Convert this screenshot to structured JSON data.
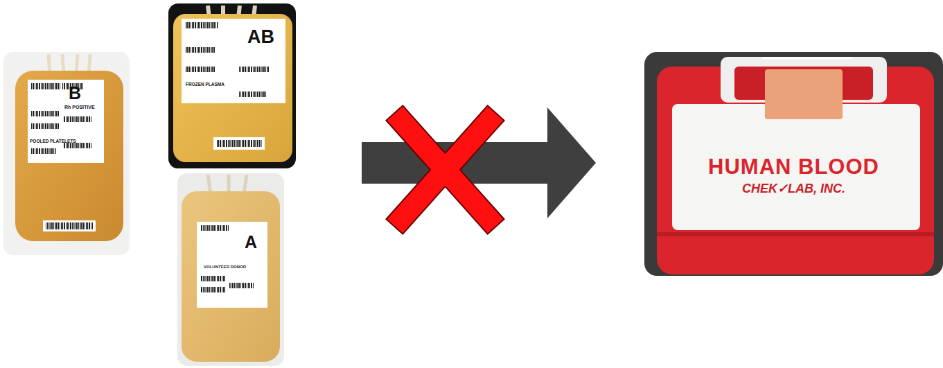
{
  "diagram": {
    "nodes": [
      {
        "text": [
          "B",
          "Rh POSITIVE",
          "POOLED PLATELETS"
        ]
      },
      {
        "text": [
          "AB",
          "FROZEN PLASMA"
        ]
      },
      {
        "text": [
          "A",
          "VOLUNTEER DONOR"
        ]
      },
      {
        "text": [
          "HUMAN BLOOD",
          "CHEK✓LAB, INC."
        ]
      }
    ]
  }
}
